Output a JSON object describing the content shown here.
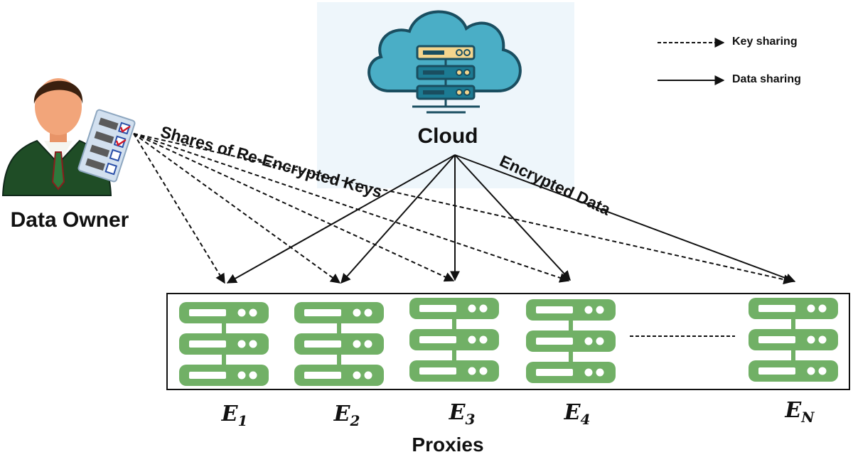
{
  "actors": {
    "owner": "Data Owner",
    "cloud": "Cloud"
  },
  "legend": {
    "key_sharing": "Key sharing",
    "data_sharing": "Data sharing"
  },
  "edge_labels": {
    "keys": "Shares of Re-Encrypted Keys",
    "data": "Encrypted Data"
  },
  "proxies": {
    "label": "Proxies",
    "nodes": [
      {
        "letter": "E",
        "sub": "1"
      },
      {
        "letter": "E",
        "sub": "2"
      },
      {
        "letter": "E",
        "sub": "3"
      },
      {
        "letter": "E",
        "sub": "4"
      },
      {
        "letter": "E",
        "sub": "N"
      }
    ]
  },
  "colors": {
    "cloud": "#4aaec6",
    "server_dark": "#1c7b93",
    "server_accent": "#f4d58d",
    "proxy_green": "#71b066",
    "owner_suit": "#1f4d26",
    "owner_skin": "#f2a57a"
  },
  "icons": {
    "owner": "businessman-with-checklist-icon",
    "cloud": "cloud-server-icon",
    "proxy": "server-rack-icon"
  }
}
